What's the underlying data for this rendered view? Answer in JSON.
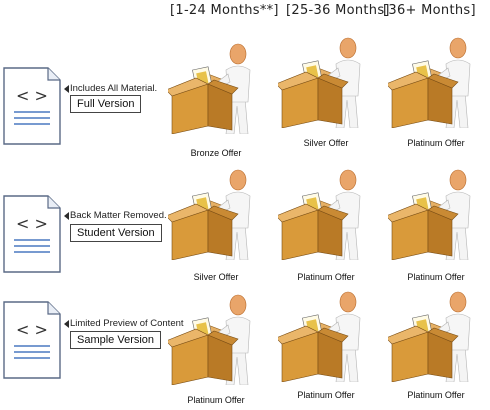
{
  "headers": [
    "[1-24 Months**]",
    "[25-36 Months]",
    "[36+  Months]"
  ],
  "rows": [
    {
      "note": "Includes All Material.",
      "version": "Full Version",
      "offers": [
        "Bronze Offer",
        "Silver Offer",
        "Platinum Offer"
      ]
    },
    {
      "note": "Back Matter Removed.",
      "version": "Student Version",
      "offers": [
        "Silver Offer",
        "Platinum Offer",
        "Platinum Offer"
      ]
    },
    {
      "note": "Limited Preview of Content",
      "version": "Sample Version",
      "offers": [
        "Platinum Offer",
        "Platinum Offer",
        "Platinum Offer"
      ]
    }
  ],
  "doc_icon": "code-document-icon",
  "figure_icon": "person-holding-document-box-icon",
  "colors": {
    "doc_border": "#5a6a86",
    "doc_accent": "#4a78c0",
    "box": "#d99a3a",
    "box_dark": "#a5691c",
    "skin": "#e9a56a",
    "body": "#f4f4f4"
  }
}
